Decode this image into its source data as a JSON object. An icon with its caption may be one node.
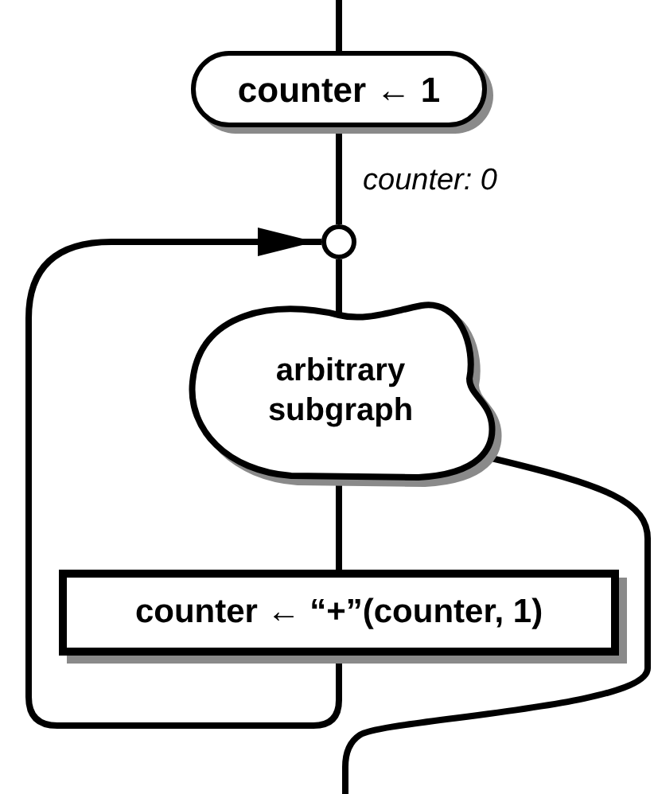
{
  "diagram": {
    "nodes": [
      {
        "text": [
          "counter ← 1"
        ]
      },
      {
        "text": [],
        "shape": "circle"
      },
      {
        "text": [
          "arbitrary subgraph"
        ]
      },
      {
        "text": [
          "counter ← “+”(counter, 1)"
        ]
      }
    ],
    "edges": [
      {
        "from": null,
        "to": 0,
        "arrow": "none"
      },
      {
        "from": 0,
        "to": 1,
        "arrow": "none",
        "label": "counter: 0"
      },
      {
        "from": 1,
        "to": 2,
        "arrow": "none"
      },
      {
        "from": 2,
        "to": 3,
        "arrow": "none"
      },
      {
        "from": 3,
        "to": 1,
        "arrow": "to"
      },
      {
        "from": 2,
        "to": null,
        "arrow": "none"
      }
    ]
  }
}
